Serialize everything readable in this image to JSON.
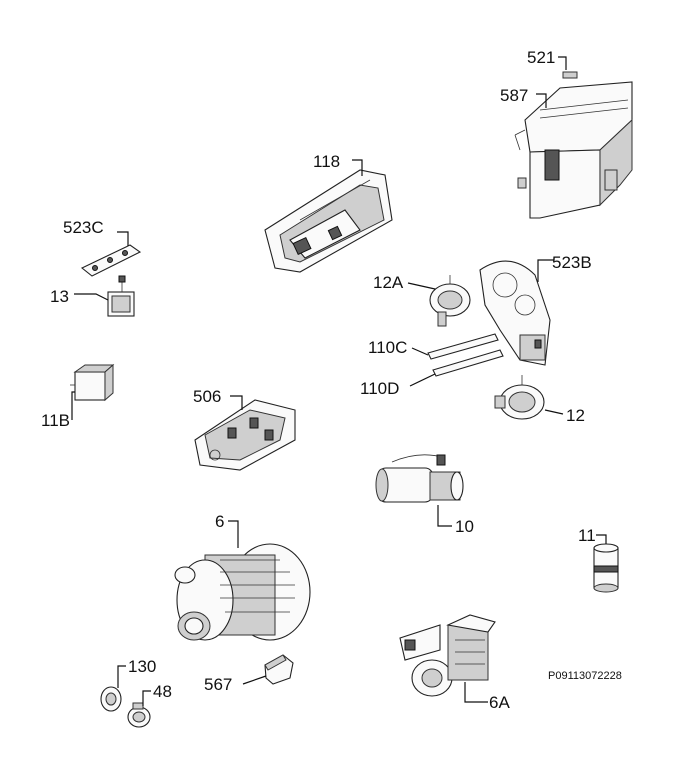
{
  "parts": [
    {
      "id": "521"
    },
    {
      "id": "587"
    },
    {
      "id": "118"
    },
    {
      "id": "523C"
    },
    {
      "id": "13"
    },
    {
      "id": "12A"
    },
    {
      "id": "523B"
    },
    {
      "id": "110C"
    },
    {
      "id": "110D"
    },
    {
      "id": "11B"
    },
    {
      "id": "506"
    },
    {
      "id": "12"
    },
    {
      "id": "10"
    },
    {
      "id": "6"
    },
    {
      "id": "11"
    },
    {
      "id": "130"
    },
    {
      "id": "48"
    },
    {
      "id": "567"
    },
    {
      "id": "6A"
    }
  ],
  "drawing_code": "P09113072228"
}
